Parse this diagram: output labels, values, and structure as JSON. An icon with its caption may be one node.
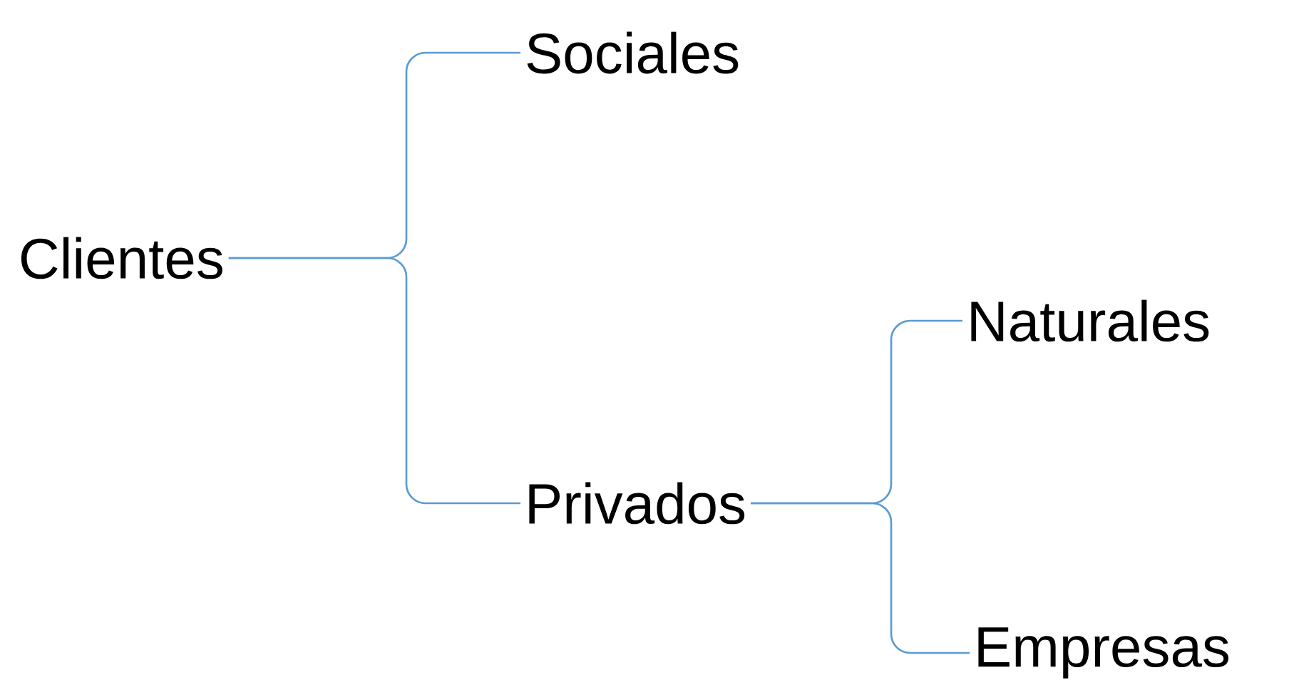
{
  "diagram": {
    "nodes": [
      {
        "text": [
          "Clientes"
        ]
      },
      {
        "text": [
          "Sociales"
        ]
      },
      {
        "text": [
          "Privados"
        ]
      },
      {
        "text": [
          "Naturales"
        ]
      },
      {
        "text": [
          "Empresas"
        ]
      }
    ],
    "edges": [
      {
        "from": 0,
        "to": 1,
        "arrow": "none"
      },
      {
        "from": 0,
        "to": 2,
        "arrow": "none"
      },
      {
        "from": 2,
        "to": 3,
        "arrow": "none"
      },
      {
        "from": 2,
        "to": 4,
        "arrow": "none"
      }
    ]
  }
}
